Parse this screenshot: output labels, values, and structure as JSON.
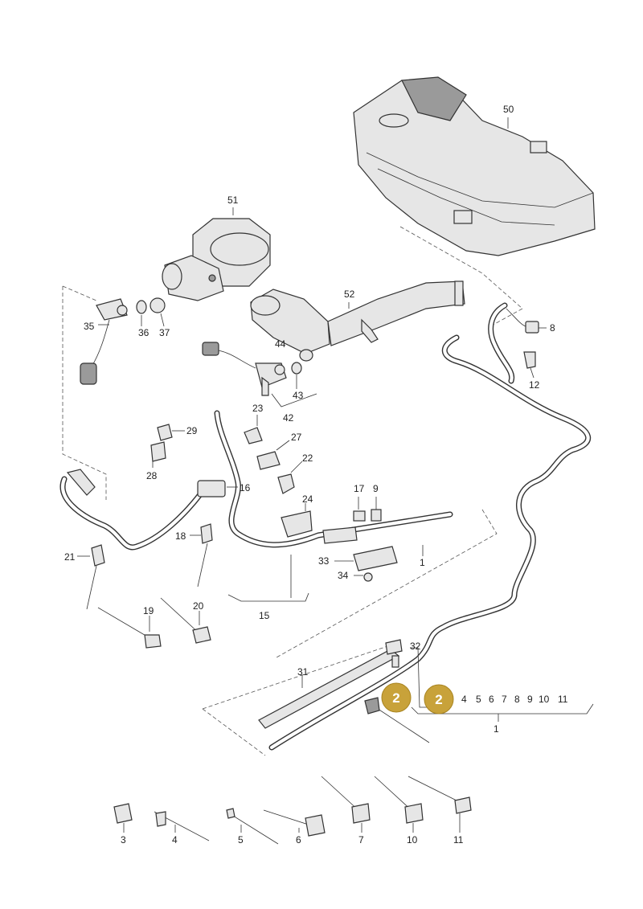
{
  "labels": {
    "p50": "50",
    "p51": "51",
    "p52": "52",
    "p8": "8",
    "p12": "12",
    "p35": "35",
    "p36": "36",
    "p37": "37",
    "p44": "44",
    "p43": "43",
    "p42": "42",
    "p23": "23",
    "p29": "29",
    "p27": "27",
    "p28": "28",
    "p22": "22",
    "p16": "16",
    "p17": "17",
    "p9": "9",
    "p24": "24",
    "p18": "18",
    "p21": "21",
    "p33": "33",
    "p34": "34",
    "p1a": "1",
    "p15": "15",
    "p19": "19",
    "p20": "20",
    "p32": "32",
    "p31": "31",
    "p1b": "1",
    "b3": "3",
    "b4": "4",
    "b5": "5",
    "b6": "6",
    "b7": "7",
    "b10": "10",
    "b11": "11"
  },
  "callout_row": [
    "4",
    "5",
    "6",
    "7",
    "8",
    "9",
    "10",
    "11"
  ],
  "badges": [
    "2",
    "2"
  ],
  "colors": {
    "badge": "#c8a23a",
    "line": "#333333",
    "part_fill": "#e6e6e6"
  }
}
